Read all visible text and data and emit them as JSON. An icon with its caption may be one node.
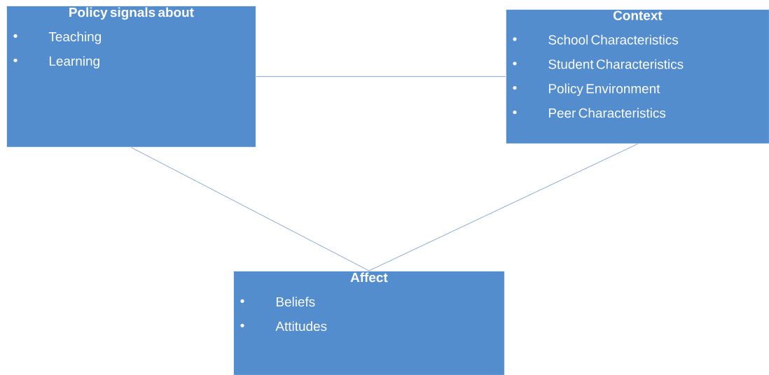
{
  "diagram": {
    "nodes": [
      {
        "text": [
          "Policy signals about",
          "Teaching",
          "Learning"
        ]
      },
      {
        "text": [
          "Context",
          "School Characteristics",
          "Student Characteristics",
          "Policy Environment",
          "Peer Characteristics"
        ]
      },
      {
        "text": [
          "Affect",
          "Beliefs",
          "Attitudes"
        ]
      }
    ],
    "edges": [
      {
        "from": 0,
        "to": 1,
        "arrow": "none"
      },
      {
        "from": 0,
        "to": 2,
        "arrow": "none"
      },
      {
        "from": 1,
        "to": 2,
        "arrow": "none"
      }
    ]
  }
}
